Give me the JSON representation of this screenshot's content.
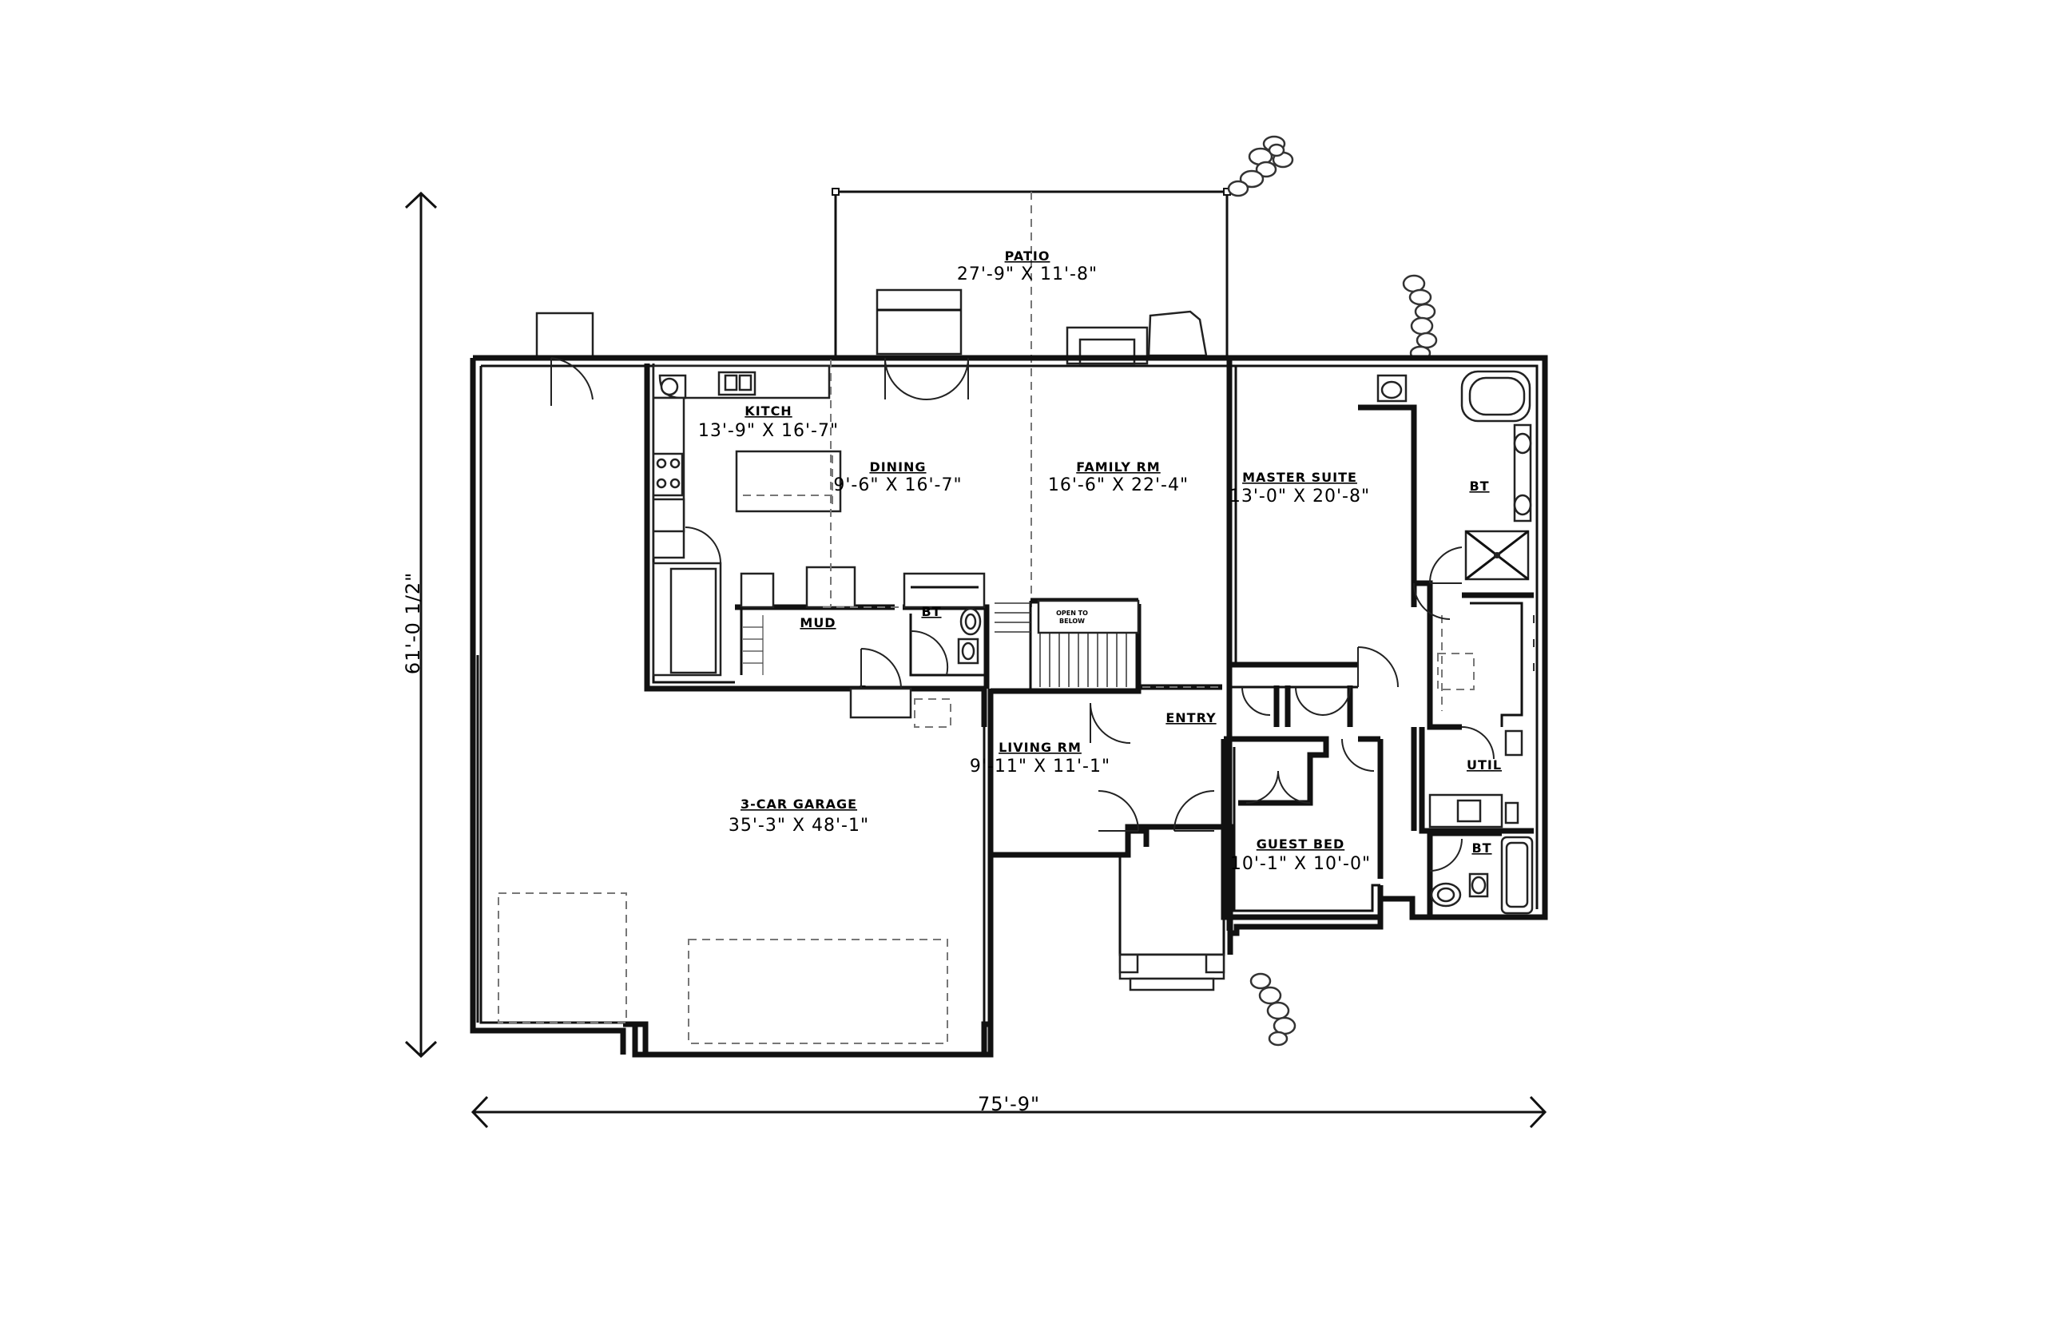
{
  "rooms": {
    "patio": {
      "name": "PATIO",
      "dims": "27'-9\" X 11'-8\""
    },
    "kitchen": {
      "name": "KITCH",
      "dims": "13'-9\" X 16'-7\""
    },
    "dining": {
      "name": "DINING",
      "dims": "9'-6\" X 16'-7\""
    },
    "family": {
      "name": "FAMILY RM",
      "dims": "16'-6\" X 22'-4\""
    },
    "master": {
      "name": "MASTER SUITE",
      "dims": "13'-0\" X 20'-8\""
    },
    "master_bath": {
      "name": "BT"
    },
    "mud": {
      "name": "MUD"
    },
    "half_bath": {
      "name": "BT"
    },
    "stair_note": {
      "line1": "OPEN TO",
      "line2": "BELOW"
    },
    "entry": {
      "name": "ENTRY"
    },
    "living": {
      "name": "LIVING RM",
      "dims": "9'-11\" X 11'-1\""
    },
    "garage": {
      "name": "3-CAR GARAGE",
      "dims": "35'-3\" X 48'-1\""
    },
    "util": {
      "name": "UTIL"
    },
    "guest": {
      "name": "GUEST BED",
      "dims": "10'-1\" X 10'-0\""
    },
    "guest_bath": {
      "name": "BT"
    }
  },
  "dimensions": {
    "overall_width": "75'-9\"",
    "overall_depth": "61'-0 1/2\""
  }
}
